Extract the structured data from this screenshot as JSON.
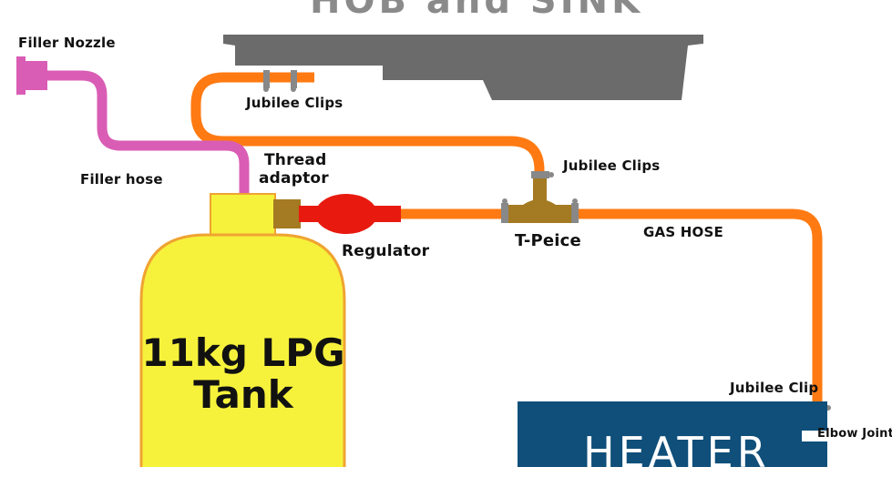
{
  "title": "HOB and SINK",
  "labels": {
    "filler_nozzle": "Filler Nozzle",
    "filler_hose": "Filler hose",
    "thread_adaptor_line1": "Thread",
    "thread_adaptor_line2": "adaptor",
    "regulator": "Regulator",
    "t_piece": "T-Peice",
    "gas_hose": "GAS HOSE",
    "jubilee_clips_top": "Jubilee Clips",
    "jubilee_clips_tee": "Jubilee Clips",
    "jubilee_clip_heater": "Jubilee Clip",
    "elbow_joint": "Elbow Joint",
    "tank_line1": "11kg LPG",
    "tank_line2": "Tank",
    "heater": "HEATER"
  },
  "colors": {
    "gas_hose": "#ff7a12",
    "filler_hose": "#d95db5",
    "tank": "#f6f23c",
    "tank_outline": "#f0a332",
    "hob": "#6b6b6b",
    "regulator": "#e81a10",
    "brass": "#a47a22",
    "heater": "#0f4f7a",
    "clip": "#888888"
  }
}
